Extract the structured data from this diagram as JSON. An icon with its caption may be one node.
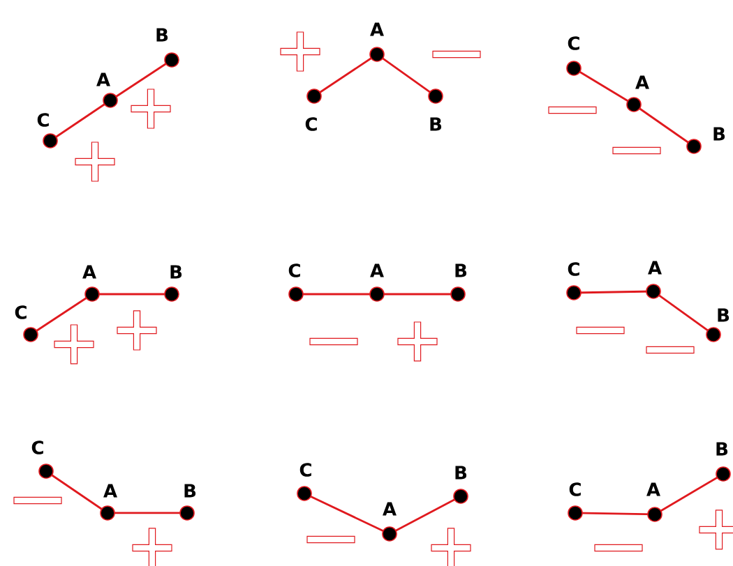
{
  "diagram": {
    "nodes": [
      {
        "text": [
          "C"
        ]
      },
      {
        "text": [
          "A"
        ]
      },
      {
        "text": [
          "B"
        ]
      },
      {
        "text": [
          "C"
        ]
      },
      {
        "text": [
          "A"
        ]
      },
      {
        "text": [
          "B"
        ]
      },
      {
        "text": [
          "C"
        ]
      },
      {
        "text": [
          "A"
        ]
      },
      {
        "text": [
          "B"
        ]
      },
      {
        "text": [
          "C"
        ]
      },
      {
        "text": [
          "A"
        ]
      },
      {
        "text": [
          "B"
        ]
      },
      {
        "text": [
          "C"
        ]
      },
      {
        "text": [
          "A"
        ]
      },
      {
        "text": [
          "B"
        ]
      },
      {
        "text": [
          "C"
        ]
      },
      {
        "text": [
          "A"
        ]
      },
      {
        "text": [
          "B"
        ]
      },
      {
        "text": [
          "C"
        ]
      },
      {
        "text": [
          "A"
        ]
      },
      {
        "text": [
          "B"
        ]
      },
      {
        "text": [
          "C"
        ]
      },
      {
        "text": [
          "A"
        ]
      },
      {
        "text": [
          "B"
        ]
      },
      {
        "text": [
          "C"
        ]
      },
      {
        "text": [
          "A"
        ]
      },
      {
        "text": [
          "B"
        ]
      }
    ],
    "edges": [
      {
        "from": 0,
        "to": 1,
        "arrow": "none"
      },
      {
        "from": 1,
        "to": 2,
        "arrow": "none"
      },
      {
        "from": 3,
        "to": 4,
        "arrow": "none"
      },
      {
        "from": 4,
        "to": 5,
        "arrow": "none"
      },
      {
        "from": 6,
        "to": 7,
        "arrow": "none"
      },
      {
        "from": 7,
        "to": 8,
        "arrow": "none"
      },
      {
        "from": 9,
        "to": 10,
        "arrow": "none"
      },
      {
        "from": 10,
        "to": 11,
        "arrow": "none"
      },
      {
        "from": 12,
        "to": 13,
        "arrow": "none"
      },
      {
        "from": 13,
        "to": 14,
        "arrow": "none"
      },
      {
        "from": 15,
        "to": 16,
        "arrow": "none"
      },
      {
        "from": 16,
        "to": 17,
        "arrow": "none"
      },
      {
        "from": 18,
        "to": 19,
        "arrow": "none"
      },
      {
        "from": 19,
        "to": 20,
        "arrow": "none"
      },
      {
        "from": 21,
        "to": 22,
        "arrow": "none"
      },
      {
        "from": 22,
        "to": 23,
        "arrow": "none"
      },
      {
        "from": 24,
        "to": 25,
        "arrow": "none"
      },
      {
        "from": 25,
        "to": 26,
        "arrow": "none"
      }
    ]
  }
}
